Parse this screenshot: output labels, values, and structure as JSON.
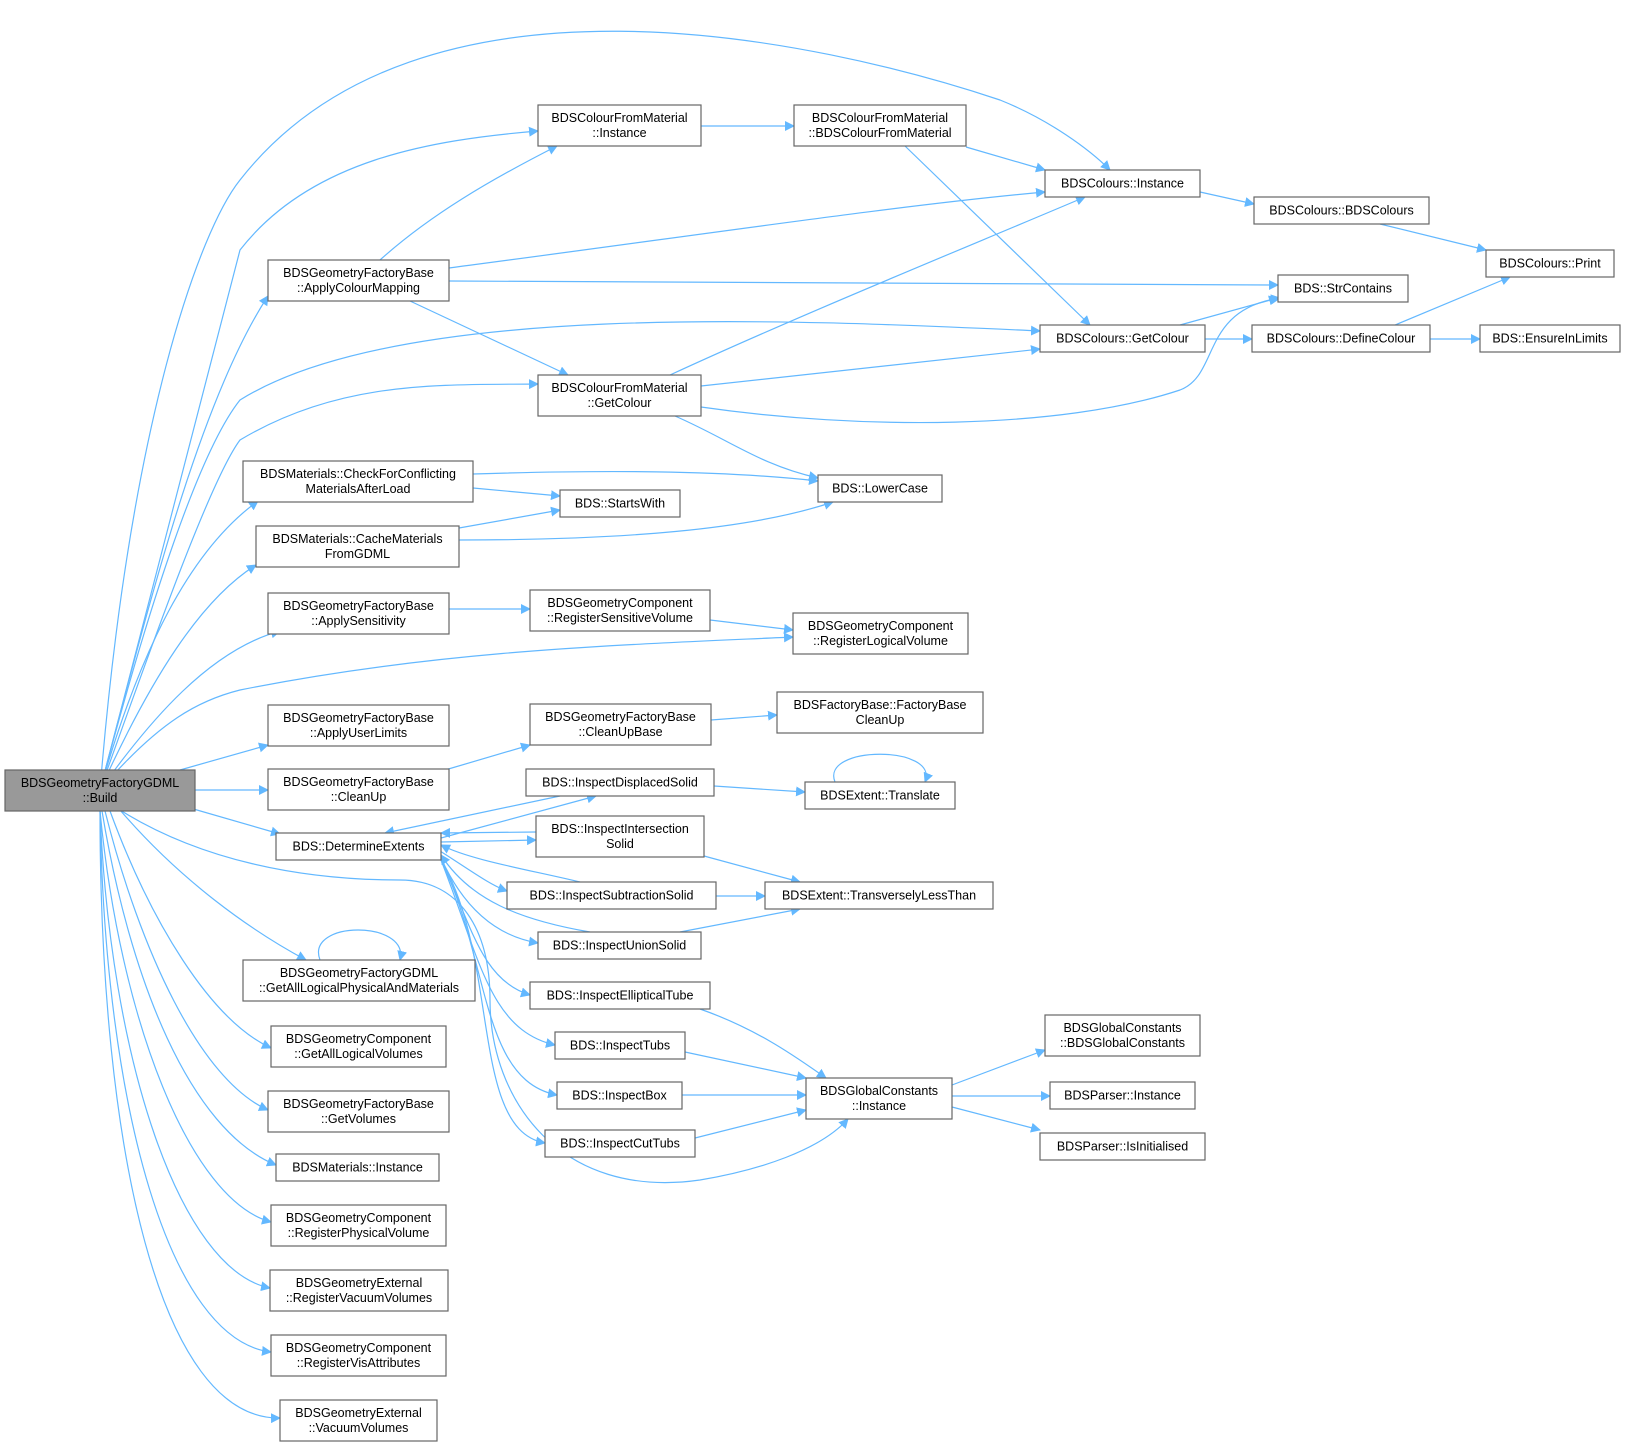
{
  "diagram": {
    "nodes": [
      {
        "id": "root",
        "lines": [
          "BDSGeometryFactoryGDML",
          "::Build"
        ],
        "root": true
      },
      {
        "id": "cfm_inst",
        "lines": [
          "BDSColourFromMaterial",
          "::Instance"
        ]
      },
      {
        "id": "cfm_ctor",
        "lines": [
          "BDSColourFromMaterial",
          "::BDSColourFromMaterial"
        ]
      },
      {
        "id": "col_inst",
        "lines": [
          "BDSColours::Instance"
        ]
      },
      {
        "id": "col_ctor",
        "lines": [
          "BDSColours::BDSColours"
        ]
      },
      {
        "id": "col_print",
        "lines": [
          "BDSColours::Print"
        ]
      },
      {
        "id": "applycol",
        "lines": [
          "BDSGeometryFactoryBase",
          "::ApplyColourMapping"
        ]
      },
      {
        "id": "strcontains",
        "lines": [
          "BDS::StrContains"
        ]
      },
      {
        "id": "col_get",
        "lines": [
          "BDSColours::GetColour"
        ]
      },
      {
        "id": "col_define",
        "lines": [
          "BDSColours::DefineColour"
        ]
      },
      {
        "id": "ensure",
        "lines": [
          "BDS::EnsureInLimits"
        ]
      },
      {
        "id": "cfm_get",
        "lines": [
          "BDSColourFromMaterial",
          "::GetColour"
        ]
      },
      {
        "id": "checkconf",
        "lines": [
          "BDSMaterials::CheckForConflicting",
          "MaterialsAfterLoad"
        ]
      },
      {
        "id": "lower",
        "lines": [
          "BDS::LowerCase"
        ]
      },
      {
        "id": "startswith",
        "lines": [
          "BDS::StartsWith"
        ]
      },
      {
        "id": "cachemat",
        "lines": [
          "BDSMaterials::CacheMaterials",
          "FromGDML"
        ]
      },
      {
        "id": "applysens",
        "lines": [
          "BDSGeometryFactoryBase",
          "::ApplySensitivity"
        ]
      },
      {
        "id": "regsens",
        "lines": [
          "BDSGeometryComponent",
          "::RegisterSensitiveVolume"
        ]
      },
      {
        "id": "reglog",
        "lines": [
          "BDSGeometryComponent",
          "::RegisterLogicalVolume"
        ]
      },
      {
        "id": "applyul",
        "lines": [
          "BDSGeometryFactoryBase",
          "::ApplyUserLimits"
        ]
      },
      {
        "id": "cleanupbase",
        "lines": [
          "BDSGeometryFactoryBase",
          "::CleanUpBase"
        ]
      },
      {
        "id": "fbcleanup",
        "lines": [
          "BDSFactoryBase::FactoryBase",
          "CleanUp"
        ]
      },
      {
        "id": "cleanup",
        "lines": [
          "BDSGeometryFactoryBase",
          "::CleanUp"
        ]
      },
      {
        "id": "insp_disp",
        "lines": [
          "BDS::InspectDisplacedSolid"
        ]
      },
      {
        "id": "translate",
        "lines": [
          "BDSExtent::Translate"
        ]
      },
      {
        "id": "determine",
        "lines": [
          "BDS::DetermineExtents"
        ]
      },
      {
        "id": "insp_inter",
        "lines": [
          "BDS::InspectIntersection",
          "Solid"
        ]
      },
      {
        "id": "insp_sub",
        "lines": [
          "BDS::InspectSubtractionSolid"
        ]
      },
      {
        "id": "transless",
        "lines": [
          "BDSExtent::TransverselyLessThan"
        ]
      },
      {
        "id": "insp_union",
        "lines": [
          "BDS::InspectUnionSolid"
        ]
      },
      {
        "id": "getall",
        "lines": [
          "BDSGeometryFactoryGDML",
          "::GetAllLogicalPhysicalAndMaterials"
        ]
      },
      {
        "id": "insp_ell",
        "lines": [
          "BDS::InspectEllipticalTube"
        ]
      },
      {
        "id": "gc_ctor",
        "lines": [
          "BDSGlobalConstants",
          "::BDSGlobalConstants"
        ]
      },
      {
        "id": "getalllog",
        "lines": [
          "BDSGeometryComponent",
          "::GetAllLogicalVolumes"
        ]
      },
      {
        "id": "insp_tubs",
        "lines": [
          "BDS::InspectTubs"
        ]
      },
      {
        "id": "gc_inst",
        "lines": [
          "BDSGlobalConstants",
          "::Instance"
        ]
      },
      {
        "id": "parser_inst",
        "lines": [
          "BDSParser::Instance"
        ]
      },
      {
        "id": "getvol",
        "lines": [
          "BDSGeometryFactoryBase",
          "::GetVolumes"
        ]
      },
      {
        "id": "insp_box",
        "lines": [
          "BDS::InspectBox"
        ]
      },
      {
        "id": "insp_cut",
        "lines": [
          "BDS::InspectCutTubs"
        ]
      },
      {
        "id": "parser_isinit",
        "lines": [
          "BDSParser::IsInitialised"
        ]
      },
      {
        "id": "mat_inst",
        "lines": [
          "BDSMaterials::Instance"
        ]
      },
      {
        "id": "regphys",
        "lines": [
          "BDSGeometryComponent",
          "::RegisterPhysicalVolume"
        ]
      },
      {
        "id": "regvac",
        "lines": [
          "BDSGeometryExternal",
          "::RegisterVacuumVolumes"
        ]
      },
      {
        "id": "regvis",
        "lines": [
          "BDSGeometryComponent",
          "::RegisterVisAttributes"
        ]
      },
      {
        "id": "vacvol",
        "lines": [
          "BDSGeometryExternal",
          "::VacuumVolumes"
        ]
      }
    ]
  },
  "colors": {
    "edge": "#63b8ff",
    "node_border": "#666666",
    "root_fill": "#999999"
  }
}
